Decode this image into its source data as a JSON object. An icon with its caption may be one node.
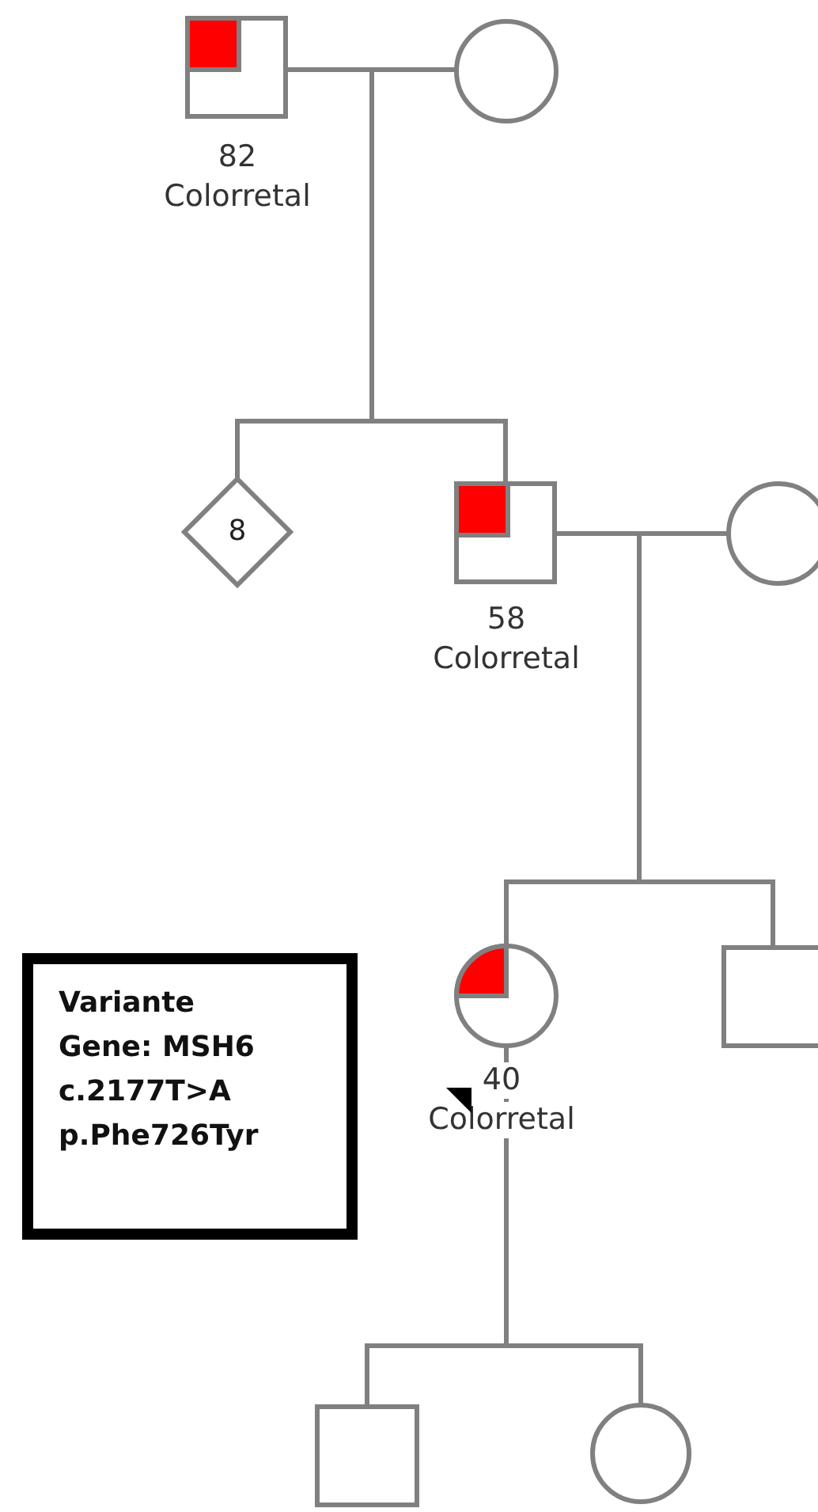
{
  "diagram": {
    "nodes": [
      {
        "text": [],
        "shape": "box",
        "beside": [
          "82",
          "Colorretal"
        ]
      },
      {
        "text": [],
        "shape": "circle"
      },
      {
        "text": [
          "8"
        ]
      },
      {
        "text": [],
        "shape": "box",
        "beside": [
          "58",
          "Colorretal"
        ]
      },
      {
        "text": [],
        "shape": "circle"
      },
      {
        "text": [],
        "shape": "circle",
        "beside": [
          "40",
          "Colorretal"
        ]
      },
      {
        "text": [],
        "shape": "box"
      },
      {
        "text": [],
        "shape": "box"
      },
      {
        "text": [],
        "shape": "circle"
      },
      {
        "text": [
          "Variante",
          "Gene: MSH6",
          "c.2177T>A",
          "p.Phe726Tyr"
        ]
      }
    ],
    "edges": [
      {
        "from": 0,
        "to": 1,
        "arrow": "none"
      },
      {
        "from": 0,
        "to": 2,
        "arrow": "none"
      },
      {
        "from": 0,
        "to": 3,
        "arrow": "none"
      },
      {
        "from": 1,
        "to": 2,
        "arrow": "none"
      },
      {
        "from": 1,
        "to": 3,
        "arrow": "none"
      },
      {
        "from": 3,
        "to": 4,
        "arrow": "none"
      },
      {
        "from": 3,
        "to": 5,
        "arrow": "none"
      },
      {
        "from": 3,
        "to": 6,
        "arrow": "none"
      },
      {
        "from": 4,
        "to": 5,
        "arrow": "none"
      },
      {
        "from": 4,
        "to": 6,
        "arrow": "none"
      },
      {
        "from": 5,
        "to": 7,
        "arrow": "none"
      },
      {
        "from": 5,
        "to": 8,
        "arrow": "none"
      }
    ]
  }
}
